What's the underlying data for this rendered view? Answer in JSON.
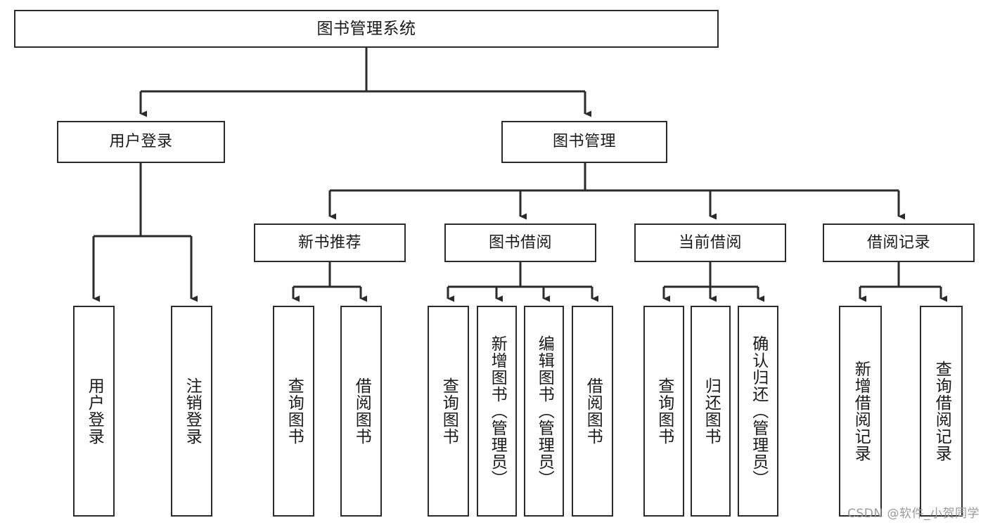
{
  "diagram": {
    "type": "tree-hierarchy",
    "title": "图书管理系统",
    "watermark": "CSDN @软件_小贺同学",
    "colors": {
      "box_border": "#2b2b2b",
      "box_fill": "#ffffff",
      "edge": "#2b2b2b",
      "text": "#1a1a1a",
      "watermark": "#9a9a9a",
      "background": "#ffffff"
    },
    "nodes": {
      "root": {
        "label": "图书管理系统"
      },
      "level2": [
        {
          "id": "user-login",
          "label": "用户登录"
        },
        {
          "id": "book-manage",
          "label": "图书管理"
        }
      ],
      "level3": [
        {
          "id": "new-book-recommend",
          "label": "新书推荐"
        },
        {
          "id": "book-borrow",
          "label": "图书借阅"
        },
        {
          "id": "current-borrow",
          "label": "当前借阅"
        },
        {
          "id": "borrow-record",
          "label": "借阅记录"
        }
      ],
      "level4": [
        {
          "id": "leaf-user-login",
          "label": "用户登录",
          "parent": "user-login"
        },
        {
          "id": "leaf-logout-login",
          "label": "注销登录",
          "parent": "user-login"
        },
        {
          "id": "leaf-query-book-1",
          "label": "查询图书",
          "parent": "new-book-recommend"
        },
        {
          "id": "leaf-borrow-book-1",
          "label": "借阅图书",
          "parent": "new-book-recommend"
        },
        {
          "id": "leaf-query-book-2",
          "label": "查询图书",
          "parent": "book-borrow"
        },
        {
          "id": "leaf-add-book",
          "label": "新增图书（管理员）",
          "parent": "book-borrow"
        },
        {
          "id": "leaf-edit-book",
          "label": "编辑图书（管理员）",
          "parent": "book-borrow"
        },
        {
          "id": "leaf-borrow-book-2",
          "label": "借阅图书",
          "parent": "book-borrow"
        },
        {
          "id": "leaf-query-book-3",
          "label": "查询图书",
          "parent": "current-borrow"
        },
        {
          "id": "leaf-return-book",
          "label": "归还图书",
          "parent": "current-borrow"
        },
        {
          "id": "leaf-confirm-return",
          "label": "确认归还（管理员）",
          "parent": "current-borrow"
        },
        {
          "id": "leaf-add-record",
          "label": "新增借阅记录",
          "parent": "borrow-record"
        },
        {
          "id": "leaf-query-record",
          "label": "查询借阅记录",
          "parent": "borrow-record"
        }
      ]
    }
  }
}
